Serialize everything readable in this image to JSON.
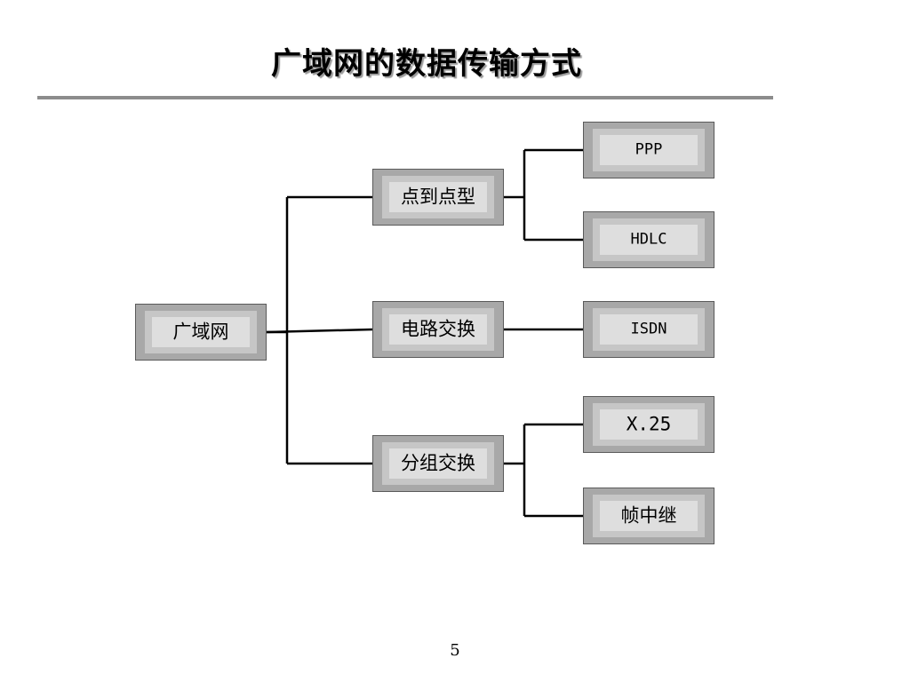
{
  "slide": {
    "title": "广域网的数据传输方式",
    "page_number": "5"
  },
  "diagram": {
    "root": {
      "label": "广域网"
    },
    "categories": [
      {
        "label": "点到点型",
        "children": [
          "PPP",
          "HDLC"
        ]
      },
      {
        "label": "电路交换",
        "children": [
          "ISDN"
        ]
      },
      {
        "label": "分组交换",
        "children": [
          "X.25",
          "帧中继"
        ]
      }
    ]
  },
  "colors": {
    "outer": "#a8a8a8",
    "band": "#c6c6c6",
    "core": "#dedede",
    "rule": "#8c8c8c",
    "line": "#000000"
  }
}
